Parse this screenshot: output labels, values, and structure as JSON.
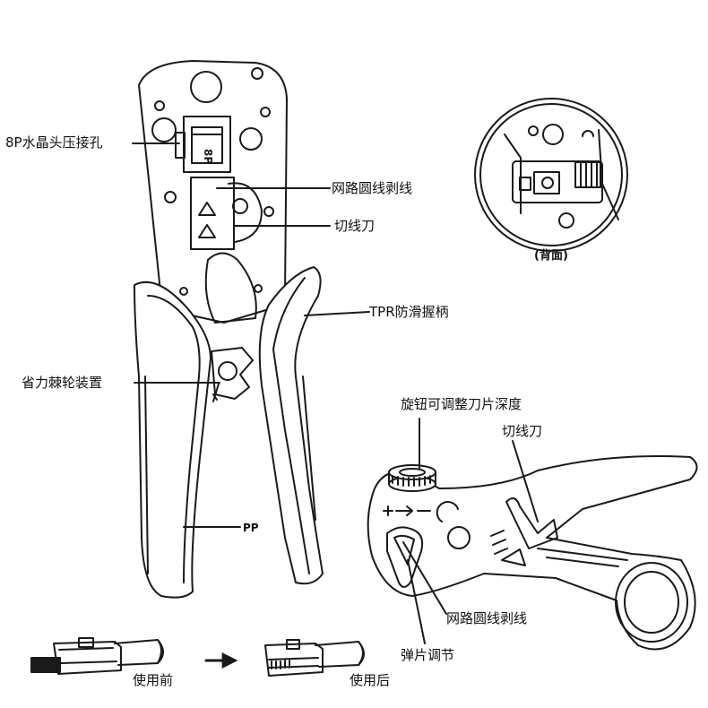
{
  "labels": {
    "crimp_port": "8P水晶头压接孔",
    "strip_round_top": "网路圆线剥线",
    "cutter_top": "切线刀",
    "tpr_grip": "TPR防滑握柄",
    "ratchet": "省力棘轮装置",
    "pp": "PP",
    "back_view": "(背面)",
    "knob_adjust": "旋钮可调整刀片深度",
    "cutter_right": "切线刀",
    "strip_round_right": "网路圆线剥线",
    "spring_adjust": "弹片调节",
    "before": "使用前",
    "after": "使用后",
    "die_mark": "8P"
  },
  "colors": {
    "line": "#1a1a1a",
    "grip": "#ffffff",
    "background": "#ffffff"
  }
}
